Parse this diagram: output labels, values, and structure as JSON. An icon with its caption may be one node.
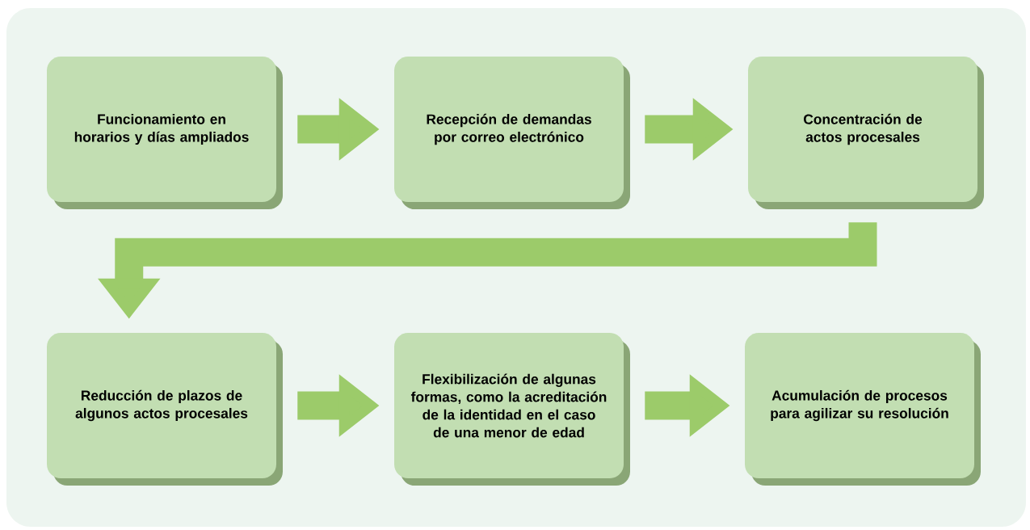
{
  "diagram": {
    "nodes": [
      {
        "text": [
          "Funcionamiento en horarios y días ampliados"
        ]
      },
      {
        "text": [
          "Recepción de demandas por correo electrónico"
        ]
      },
      {
        "text": [
          "Concentración de actos procesales"
        ]
      },
      {
        "text": [
          "Reducción de plazos de algunos actos procesales"
        ]
      },
      {
        "text": [
          "Flexibilización de algunas formas, como la acreditación de la identidad en el caso de una menor de edad"
        ]
      },
      {
        "text": [
          "Acumulación de procesos para agilizar su resolución"
        ]
      }
    ],
    "edges": [
      {
        "from": 0,
        "to": 1,
        "arrow": "to"
      },
      {
        "from": 1,
        "to": 2,
        "arrow": "to"
      },
      {
        "from": 2,
        "to": 3,
        "arrow": "to"
      },
      {
        "from": 3,
        "to": 4,
        "arrow": "to"
      },
      {
        "from": 4,
        "to": 5,
        "arrow": "to"
      }
    ]
  }
}
